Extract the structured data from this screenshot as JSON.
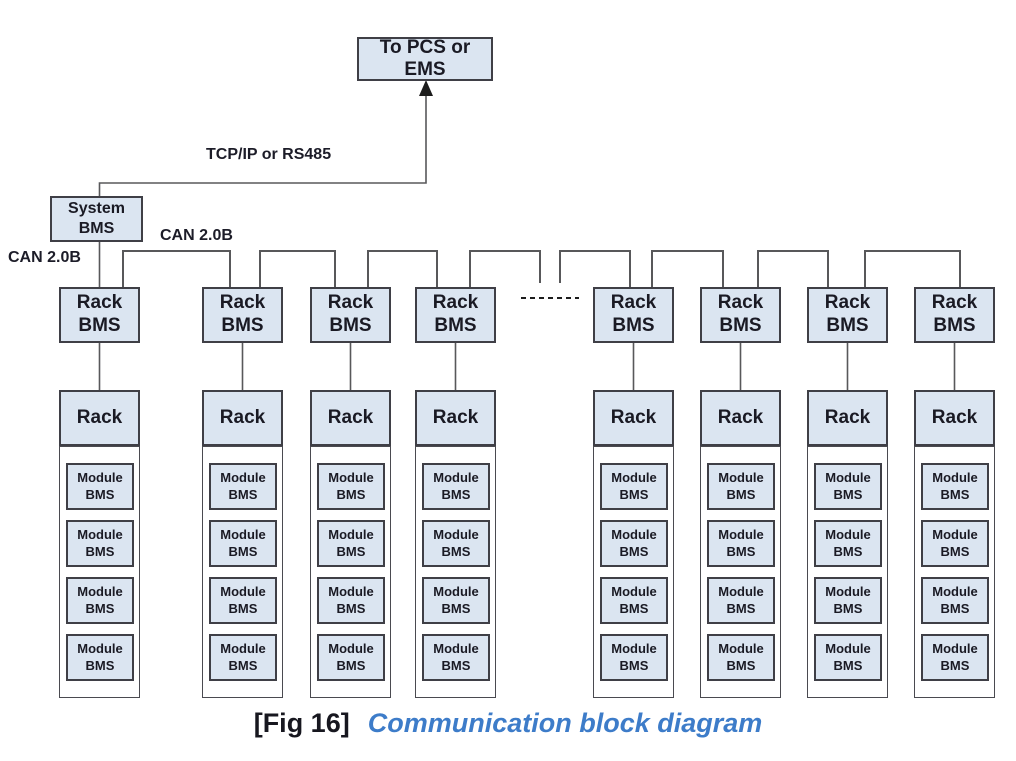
{
  "colors": {
    "box_fill": "#dbe5f1",
    "box_border": "#3f3f46",
    "line": "#58585a",
    "caption_blue": "#3d7cc9"
  },
  "diagram": {
    "pcs_label": "To PCS or EMS",
    "tcp_label": "TCP/IP or RS485",
    "system_label": "System\nBMS",
    "can_bus_label": "CAN 2.0B",
    "can_drop_label": "CAN 2.0B",
    "racks_shown": 8,
    "modules_per_rack": 4,
    "columns": [
      {
        "rack_bms": "Rack\nBMS",
        "rack": "Rack",
        "modules": [
          "Module\nBMS",
          "Module\nBMS",
          "Module\nBMS",
          "Module\nBMS"
        ]
      },
      {
        "rack_bms": "Rack\nBMS",
        "rack": "Rack",
        "modules": [
          "Module\nBMS",
          "Module\nBMS",
          "Module\nBMS",
          "Module\nBMS"
        ]
      },
      {
        "rack_bms": "Rack\nBMS",
        "rack": "Rack",
        "modules": [
          "Module\nBMS",
          "Module\nBMS",
          "Module\nBMS",
          "Module\nBMS"
        ]
      },
      {
        "rack_bms": "Rack\nBMS",
        "rack": "Rack",
        "modules": [
          "Module\nBMS",
          "Module\nBMS",
          "Module\nBMS",
          "Module\nBMS"
        ]
      },
      {
        "rack_bms": "Rack\nBMS",
        "rack": "Rack",
        "modules": [
          "Module\nBMS",
          "Module\nBMS",
          "Module\nBMS",
          "Module\nBMS"
        ]
      },
      {
        "rack_bms": "Rack\nBMS",
        "rack": "Rack",
        "modules": [
          "Module\nBMS",
          "Module\nBMS",
          "Module\nBMS",
          "Module\nBMS"
        ]
      },
      {
        "rack_bms": "Rack\nBMS",
        "rack": "Rack",
        "modules": [
          "Module\nBMS",
          "Module\nBMS",
          "Module\nBMS",
          "Module\nBMS"
        ]
      },
      {
        "rack_bms": "Rack\nBMS",
        "rack": "Rack",
        "modules": [
          "Module\nBMS",
          "Module\nBMS",
          "Module\nBMS",
          "Module\nBMS"
        ]
      }
    ]
  },
  "figure": {
    "caption_tag": "[Fig 16]",
    "caption_title": "Communication block diagram"
  }
}
